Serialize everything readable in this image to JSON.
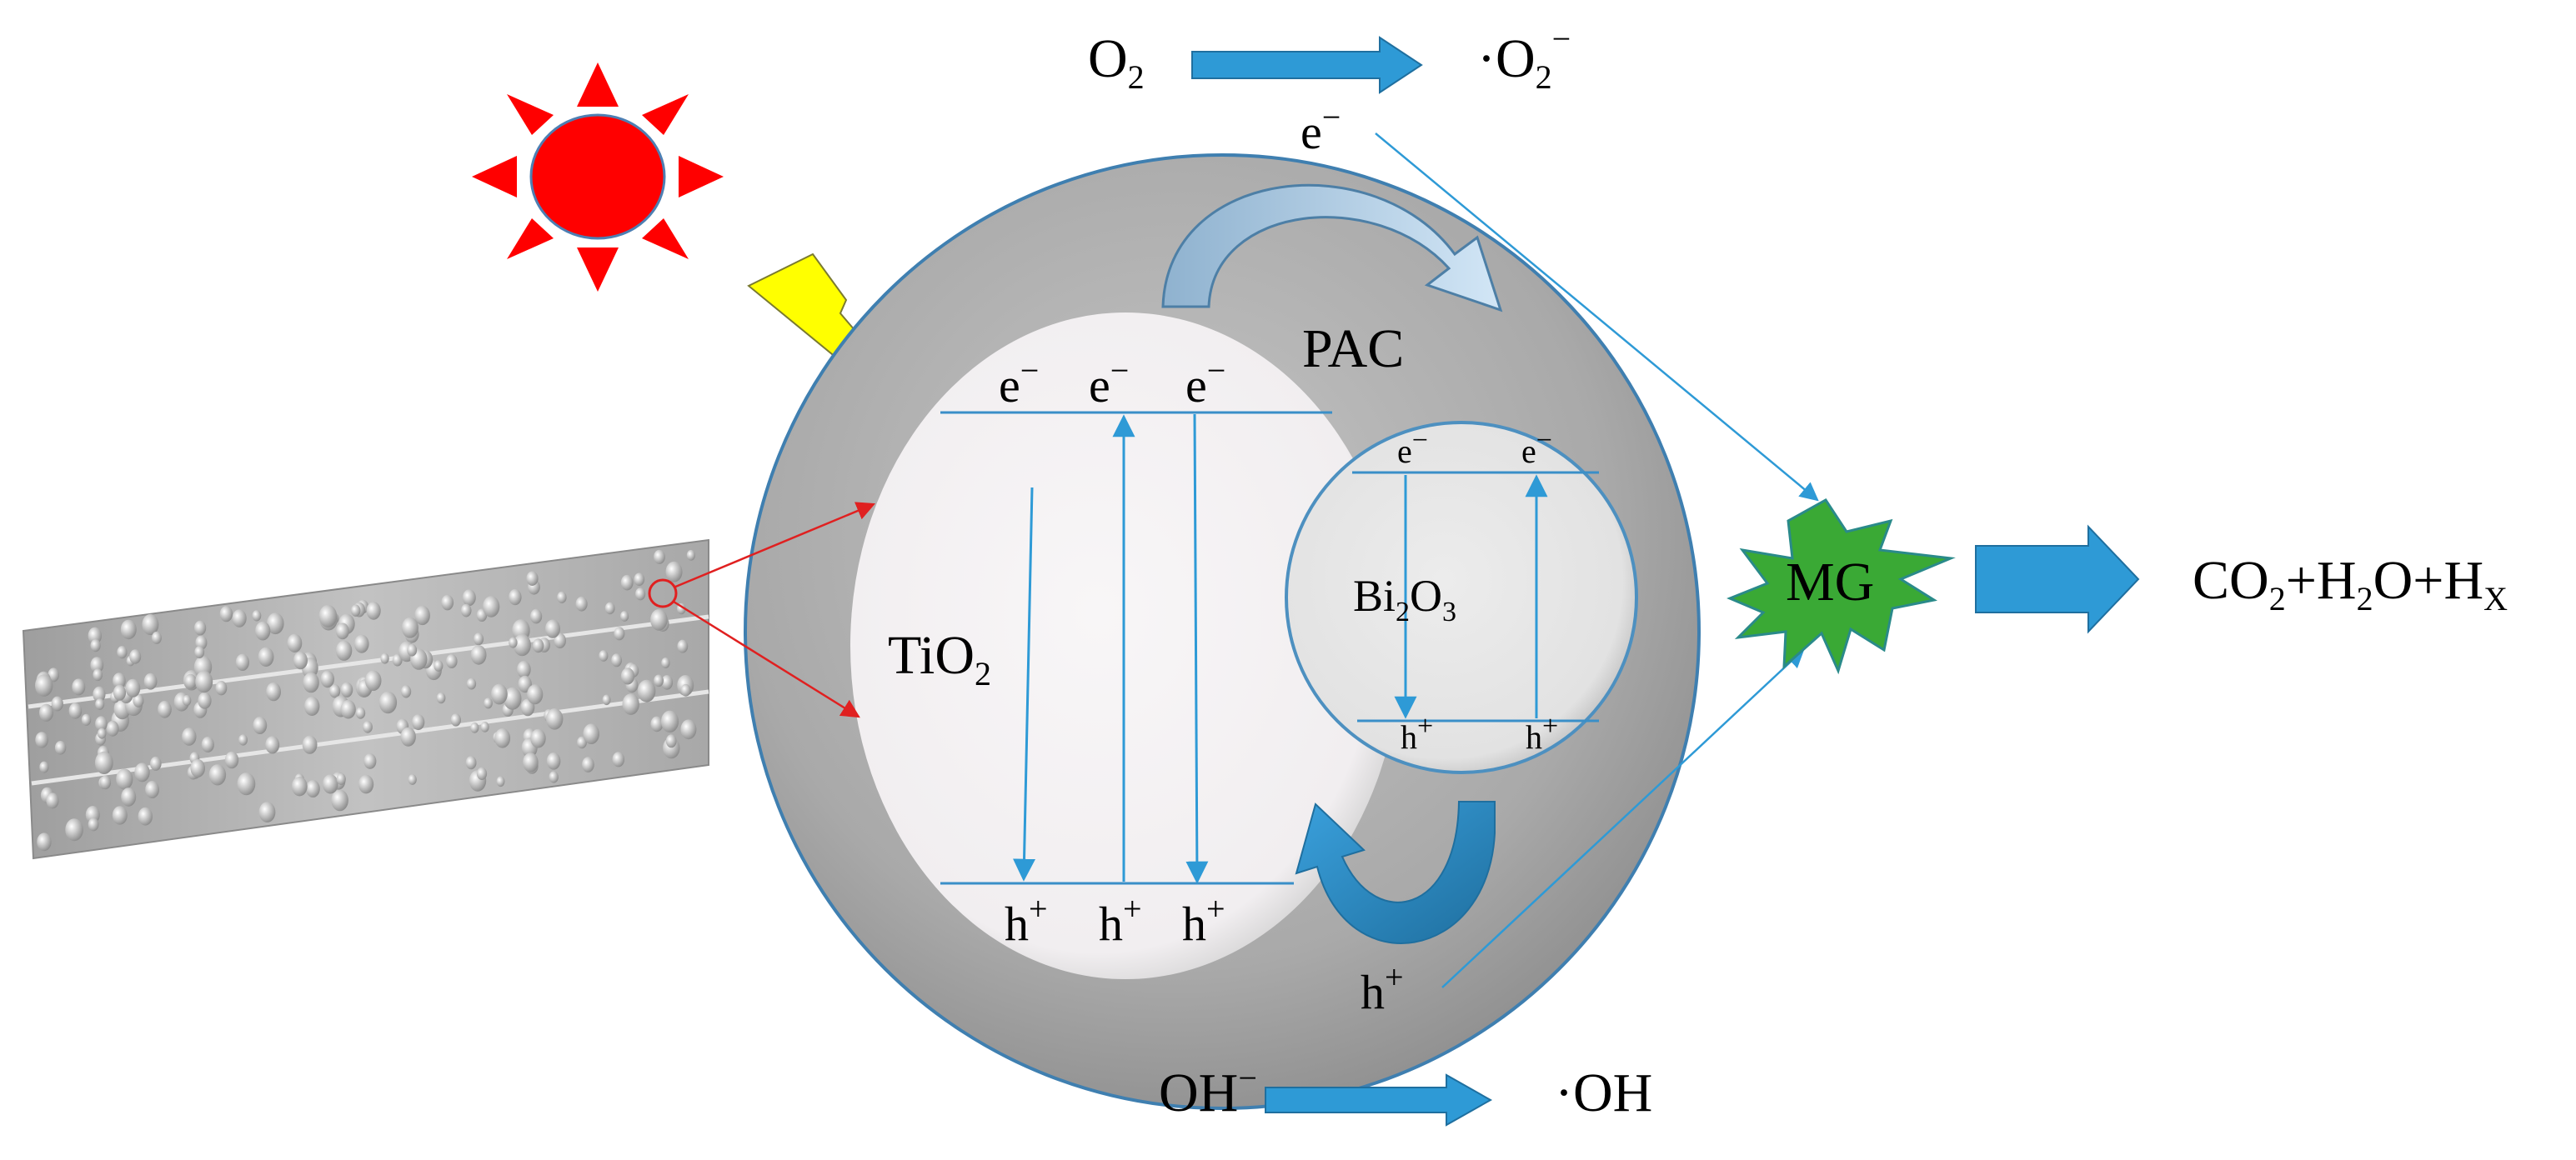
{
  "labels": {
    "o2": "O",
    "o2_sub": "2",
    "superoxide_dot": "·O",
    "superoxide_sub": "2",
    "superoxide_sup": "−",
    "e_top": "e",
    "e_top_sup": "−",
    "pac": "PAC",
    "tio2": "TiO",
    "tio2_sub": "2",
    "bi2o3_a": "Bi",
    "bi2o3_sub1": "2",
    "bi2o3_b": "O",
    "bi2o3_sub2": "3",
    "electron": "e",
    "electron_sup": "−",
    "hole": "h",
    "hole_sup": "+",
    "h_bottom": "h",
    "h_bottom_sup": "+",
    "mg": "MG",
    "product_a": "CO",
    "product_sub1": "2",
    "product_b": "+H",
    "product_sub2": "2",
    "product_c": "O+H",
    "product_sub3": "X",
    "hydroxide": "OH",
    "hydroxide_sup": "−",
    "hydroxyl_radical": "·OH"
  },
  "colors": {
    "sun_red": "#ff0000",
    "bolt_yellow": "#ffff00",
    "blue_arrow": "#2e9ad6",
    "pac_gray": "#a6a6a6",
    "mg_green": "#3aa935",
    "pointer_red": "#e02020"
  },
  "icons": {
    "sun": "sun-icon",
    "lightning": "lightning-icon",
    "mg_burst": "burst-icon",
    "composite_sheet": "membrane-sheet-icon"
  }
}
